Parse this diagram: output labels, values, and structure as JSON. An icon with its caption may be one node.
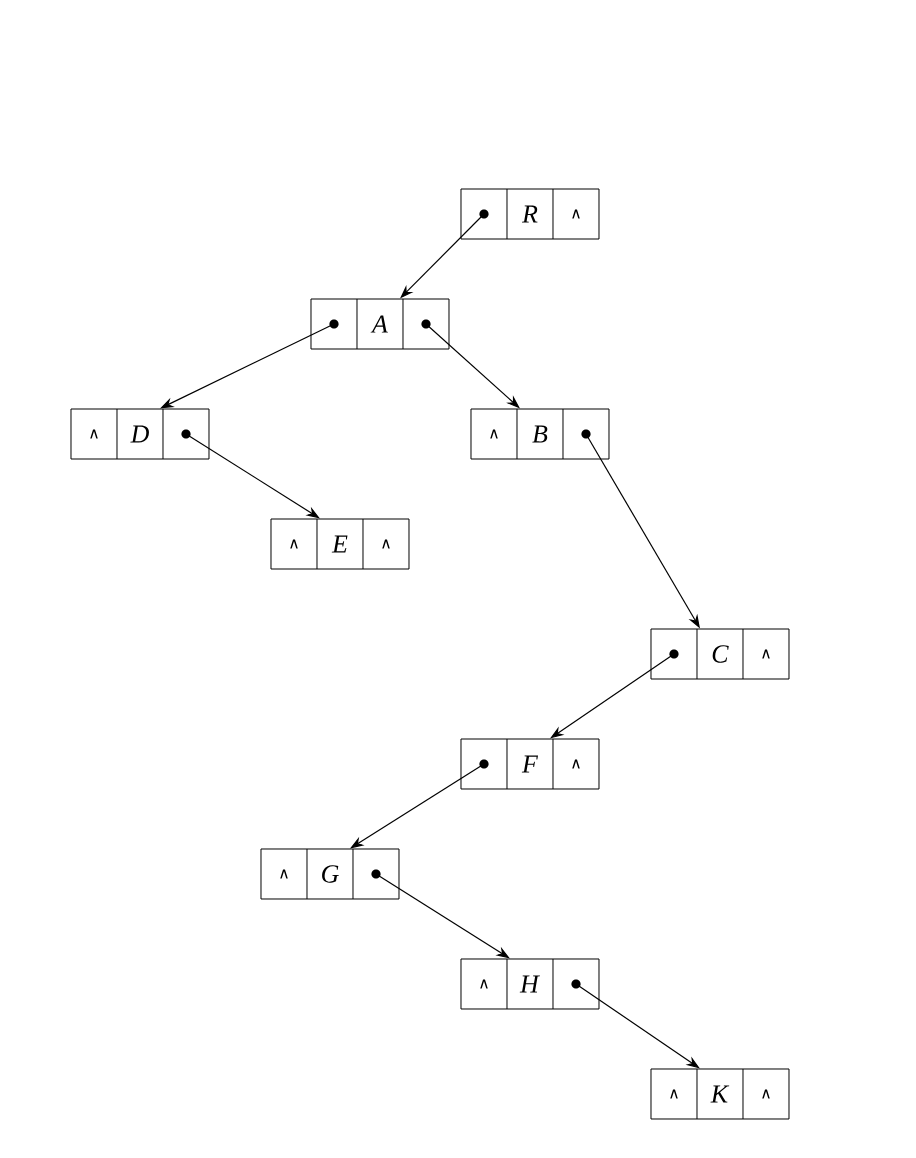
{
  "diagram": {
    "nodes": [
      {
        "text": [
          "*R*",
          "∧"
        ]
      },
      {
        "text": [
          "*A*"
        ]
      },
      {
        "text": [
          "∧",
          "*D*"
        ]
      },
      {
        "text": [
          "∧",
          "*B*"
        ]
      },
      {
        "text": [
          "∧",
          "*E*",
          "∧"
        ]
      },
      {
        "text": [
          "*C*",
          "∧"
        ]
      },
      {
        "text": [
          "*F*",
          "∧"
        ]
      },
      {
        "text": [
          "∧",
          "*G*"
        ]
      },
      {
        "text": [
          "∧",
          "*H*"
        ]
      },
      {
        "text": [
          "∧",
          "*K*",
          "∧"
        ]
      }
    ],
    "edges": [
      {
        "from": 0,
        "to": 1,
        "arrow": "to"
      },
      {
        "from": 1,
        "to": 2,
        "arrow": "to"
      },
      {
        "from": 1,
        "to": 3,
        "arrow": "to"
      },
      {
        "from": 2,
        "to": 4,
        "arrow": "to"
      },
      {
        "from": 3,
        "to": 5,
        "arrow": "to"
      },
      {
        "from": 5,
        "to": 6,
        "arrow": "to"
      },
      {
        "from": 6,
        "to": 7,
        "arrow": "to"
      },
      {
        "from": 7,
        "to": 8,
        "arrow": "to"
      },
      {
        "from": 8,
        "to": 9,
        "arrow": "to"
      }
    ]
  }
}
